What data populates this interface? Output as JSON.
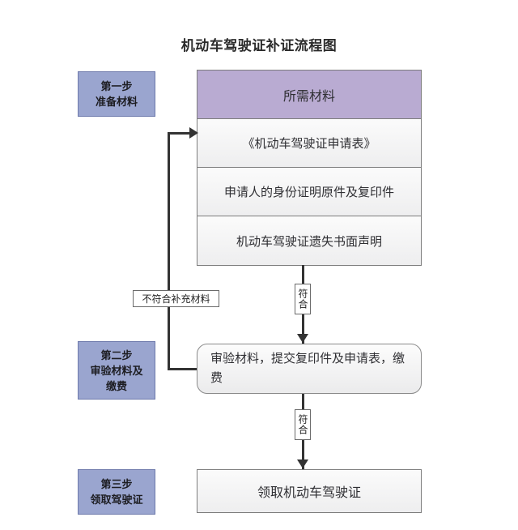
{
  "title": "机动车驾驶证补证流程图",
  "steps": [
    {
      "name": "step-1",
      "line1": "第一步",
      "line2": "准备材料",
      "line3": ""
    },
    {
      "name": "step-2",
      "line1": "第二步",
      "line2": "审验材料及",
      "line3": "缴费"
    },
    {
      "name": "step-3",
      "line1": "第三步",
      "line2": "领取驾驶证",
      "line3": ""
    }
  ],
  "materials": {
    "header": "所需材料",
    "rows": [
      "《机动车驾驶证申请表》",
      "申请人的身份证明原件及复印件",
      "机动车驾驶证遗失书面声明"
    ]
  },
  "process": {
    "text": "审验材料，提交复印件及申请表，缴费"
  },
  "final": {
    "text": "领取机动车驾驶证"
  },
  "edge_labels": {
    "reject": "不符合补充材料",
    "pass_1": "符合",
    "pass_2": "符合"
  },
  "colors": {
    "step_box_fill": "#9aa5cf",
    "step_box_border": "#6d79ab",
    "materials_header_fill": "#b9abd2",
    "box_border": "#7d7d7d",
    "box_fill": "#f4f4f5",
    "connector": "#333333",
    "title_text": "#2b2b2b",
    "body_text": "#2f2f33"
  }
}
